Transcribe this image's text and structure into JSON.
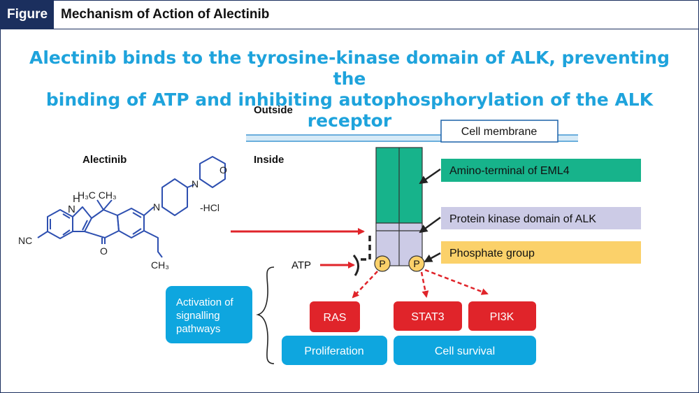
{
  "header": {
    "tag": "Figure",
    "title": "Mechanism of Action of Alectinib"
  },
  "headline": {
    "line1": "Alectinib binds to the tyrosine-kinase domain of ALK, preventing the",
    "line2": "binding of ATP and inhibiting autophosphorylation of the ALK receptor"
  },
  "labels": {
    "outside": "Outside",
    "inside": "Inside",
    "cell_membrane": "Cell membrane",
    "alectinib": "Alectinib",
    "atp": "ATP"
  },
  "molecule": {
    "atom_h": "H",
    "atom_n_indole": "N",
    "methyls": "H₃C CH₃",
    "atom_nc": "NC",
    "atom_o_keto": "O",
    "atom_n_pip": "N",
    "atom_n_morph": "N",
    "atom_o_morph": "O",
    "hcl": "-HCl",
    "ch3": "CH₃"
  },
  "legend": [
    {
      "label": "Amino-terminal of EML4",
      "color": "#17b38b"
    },
    {
      "label": "Protein kinase domain of ALK",
      "color": "#cccbe6"
    },
    {
      "label": "Phosphate group",
      "color": "#fbd16a"
    }
  ],
  "phosphate_symbol": "P",
  "activation_label": [
    "Activation of",
    "signalling",
    "pathways"
  ],
  "pathways": [
    "RAS",
    "STAT3",
    "PI3K"
  ],
  "outcomes": [
    "Proliferation",
    "Cell survival"
  ],
  "colors": {
    "navy": "#1b2f5e",
    "headline_blue": "#1ea3dc",
    "eml4_green": "#17b38b",
    "alk_lavender": "#cccbe6",
    "phosphate_yellow": "#fbd16a",
    "pathway_red": "#e0242a",
    "outcome_blue": "#0ea6df",
    "molecule_blue": "#2d4fb0",
    "membrane_blue": "#6aaedc"
  }
}
